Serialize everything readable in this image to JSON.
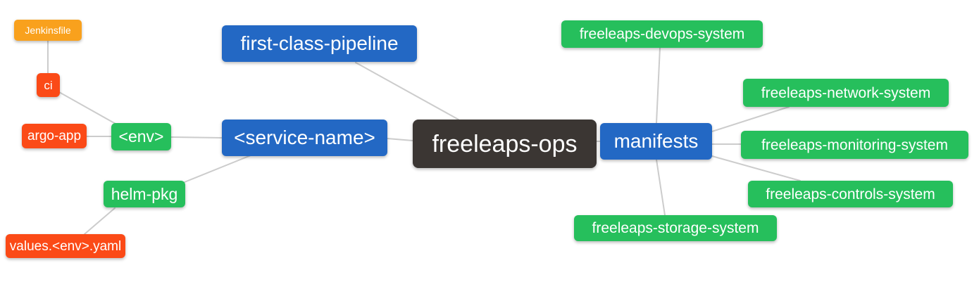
{
  "diagram_type": "mindmap",
  "colors": {
    "root": "#3B3633",
    "blue": "#2368C4",
    "green": "#26BF5C",
    "red": "#FB4A17",
    "amber": "#F9A11D",
    "edge": "#CCCCCC",
    "text": "#FFFFFF"
  },
  "nodes": {
    "freeleaps_ops": {
      "label": "freeleaps-ops",
      "level": 0,
      "color": "#3B3633"
    },
    "first_class_pipeline": {
      "label": "first-class-pipeline",
      "level": 1,
      "color": "#2368C4"
    },
    "service_name": {
      "label": "<service-name>",
      "level": 1,
      "color": "#2368C4"
    },
    "manifests": {
      "label": "manifests",
      "level": 1,
      "color": "#2368C4"
    },
    "env": {
      "label": "<env>",
      "level": 2,
      "color": "#26BF5C"
    },
    "helm_pkg": {
      "label": "helm-pkg",
      "level": 2,
      "color": "#26BF5C"
    },
    "ci": {
      "label": "ci",
      "level": 3,
      "color": "#FB4A17"
    },
    "argo_app": {
      "label": "argo-app",
      "level": 3,
      "color": "#FB4A17"
    },
    "jenkinsfile": {
      "label": "Jenkinsfile",
      "level": 4,
      "color": "#F9A11D"
    },
    "values_env_yaml": {
      "label": "values.<env>.yaml",
      "level": 3,
      "color": "#FB4A17"
    },
    "devops_system": {
      "label": "freeleaps-devops-system",
      "level": 2,
      "color": "#26BF5C"
    },
    "network_system": {
      "label": "freeleaps-network-system",
      "level": 2,
      "color": "#26BF5C"
    },
    "monitoring_system": {
      "label": "freeleaps-monitoring-system",
      "level": 2,
      "color": "#26BF5C"
    },
    "controls_system": {
      "label": "freeleaps-controls-system",
      "level": 2,
      "color": "#26BF5C"
    },
    "storage_system": {
      "label": "freeleaps-storage-system",
      "level": 2,
      "color": "#26BF5C"
    }
  },
  "edges": [
    {
      "from": "freeleaps_ops",
      "to": "first_class_pipeline"
    },
    {
      "from": "freeleaps_ops",
      "to": "service_name"
    },
    {
      "from": "freeleaps_ops",
      "to": "manifests"
    },
    {
      "from": "service_name",
      "to": "env"
    },
    {
      "from": "service_name",
      "to": "helm_pkg"
    },
    {
      "from": "env",
      "to": "ci"
    },
    {
      "from": "env",
      "to": "argo_app"
    },
    {
      "from": "ci",
      "to": "jenkinsfile"
    },
    {
      "from": "helm_pkg",
      "to": "values_env_yaml"
    },
    {
      "from": "manifests",
      "to": "devops_system"
    },
    {
      "from": "manifests",
      "to": "network_system"
    },
    {
      "from": "manifests",
      "to": "monitoring_system"
    },
    {
      "from": "manifests",
      "to": "controls_system"
    },
    {
      "from": "manifests",
      "to": "storage_system"
    }
  ]
}
